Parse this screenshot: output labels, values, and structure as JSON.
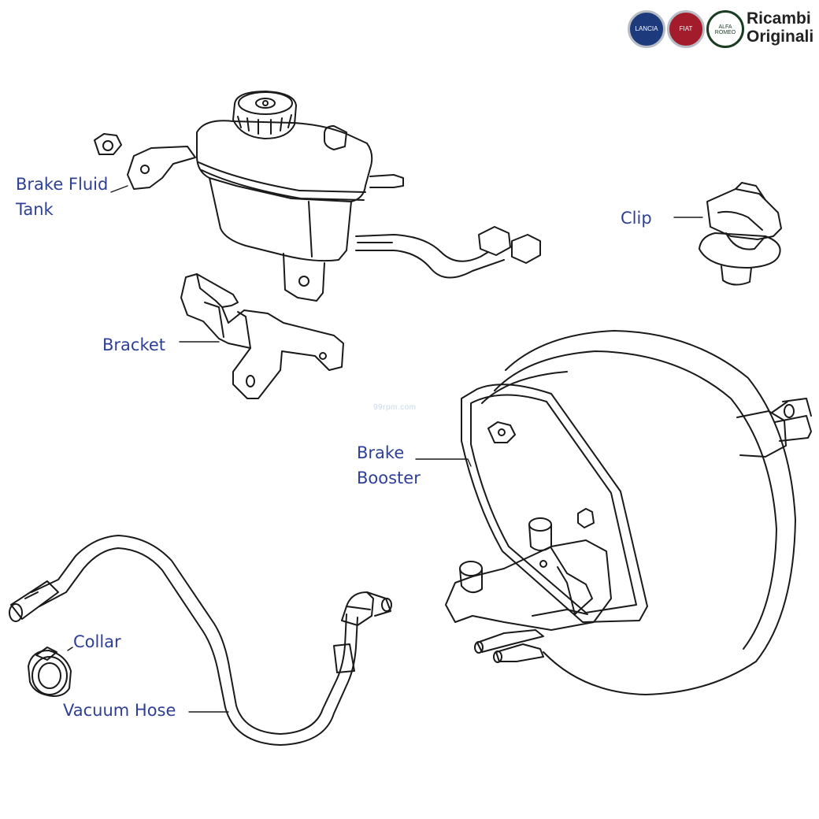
{
  "brand": {
    "line1": "Ricambi",
    "line2": "Originali",
    "logos": [
      {
        "name": "Lancia",
        "text": "LANCIA",
        "color": "#1d3a7c"
      },
      {
        "name": "Fiat",
        "text": "FIAT",
        "color": "#a21c2c"
      },
      {
        "name": "Alfa Romeo",
        "text": "ALFA ROMEO",
        "color": "#1a3d22"
      }
    ]
  },
  "watermark": "99rpm.com",
  "labels": {
    "brake_fluid_tank_1": "Brake Fluid",
    "brake_fluid_tank_2": "Tank",
    "clip": "Clip",
    "bracket": "Bracket",
    "brake_booster_1": "Brake",
    "brake_booster_2": "Booster",
    "collar": "Collar",
    "vacuum_hose": "Vacuum Hose"
  },
  "colors": {
    "label_text": "#2e3f96",
    "line_art": "#1a1a1a"
  }
}
